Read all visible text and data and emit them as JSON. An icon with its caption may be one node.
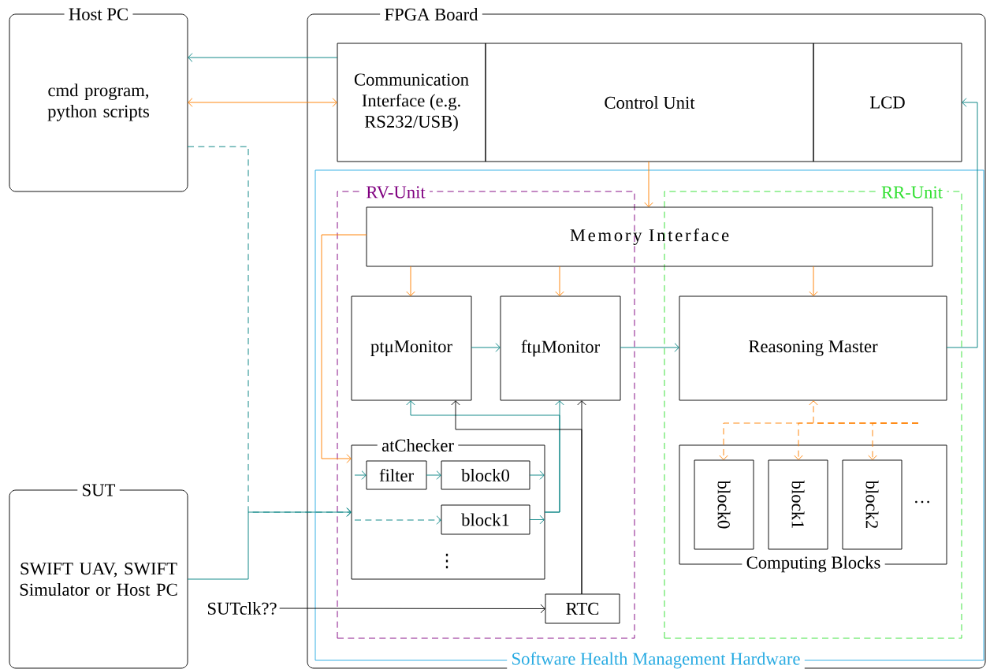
{
  "diagram": {
    "nodes": [
      {
        "text": [
          "Host PC",
          "cmd program, python scripts"
        ]
      },
      {
        "text": [
          "FPGA Board"
        ]
      },
      {
        "text": [
          "Communication Interface (e.g. RS232/USB)"
        ],
        "in": 1
      },
      {
        "text": [
          "Control Unit"
        ],
        "in": 1
      },
      {
        "text": [
          "LCD"
        ],
        "in": 1
      },
      {
        "text": [
          "Software Health Management Hardware"
        ],
        "in": 1
      },
      {
        "text": [
          "RV-Unit"
        ],
        "in": 5
      },
      {
        "text": [
          "RR-Unit"
        ],
        "in": 5
      },
      {
        "text": [
          "Memory Interface"
        ],
        "in": 5
      },
      {
        "text": [
          "ptμMonitor"
        ],
        "in": 6
      },
      {
        "text": [
          "ftμMonitor"
        ],
        "in": 6
      },
      {
        "text": [
          "Reasoning Master"
        ],
        "in": 7
      },
      {
        "text": [
          "atChecker"
        ],
        "in": 6
      },
      {
        "text": [
          "filter"
        ],
        "in": 12
      },
      {
        "text": [
          "block0"
        ],
        "in": 12
      },
      {
        "text": [
          "block1"
        ],
        "in": 12
      },
      {
        "text": [
          "RTC"
        ],
        "in": 6
      },
      {
        "text": [
          "Computing Blocks"
        ],
        "in": 7
      },
      {
        "text": [
          "block0"
        ],
        "in": 17
      },
      {
        "text": [
          "block1"
        ],
        "in": 17
      },
      {
        "text": [
          "block2"
        ],
        "in": 17
      },
      {
        "text": [
          "SUT",
          "SWIFT UAV, SWIFT Simulator or Host PC"
        ]
      },
      {
        "text": [
          "SUTclk??"
        ]
      }
    ],
    "edges": [
      {
        "from": 2,
        "to": 0,
        "arrow": "to"
      },
      {
        "from": 0,
        "to": 2,
        "arrow": "both",
        "color": "#ff8000"
      },
      {
        "from": 0,
        "to": 12,
        "arrow": "to",
        "style": "dashed"
      },
      {
        "from": 21,
        "to": 12,
        "arrow": "to"
      },
      {
        "from": 3,
        "to": 8,
        "arrow": "to",
        "color": "#ff8000"
      },
      {
        "from": 8,
        "to": 12,
        "arrow": "to",
        "color": "#ff8000"
      },
      {
        "from": 8,
        "to": 9,
        "arrow": "to",
        "color": "#ff8000"
      },
      {
        "from": 8,
        "to": 10,
        "arrow": "to",
        "color": "#ff8000"
      },
      {
        "from": 8,
        "to": 11,
        "arrow": "to",
        "color": "#ff8000"
      },
      {
        "from": 9,
        "to": 10,
        "arrow": "to"
      },
      {
        "from": 10,
        "to": 11,
        "arrow": "to"
      },
      {
        "from": 11,
        "to": 4,
        "arrow": "to"
      },
      {
        "from": 13,
        "to": 14,
        "arrow": "to"
      },
      {
        "from": null,
        "to": 13,
        "arrow": "to"
      },
      {
        "from": null,
        "to": 15,
        "arrow": "to",
        "style": "dashed"
      },
      {
        "from": 14,
        "to": 12,
        "arrow": "to"
      },
      {
        "from": 15,
        "to": 12,
        "arrow": "to"
      },
      {
        "from": 12,
        "to": 10,
        "arrow": "to"
      },
      {
        "from": 12,
        "to": 9,
        "arrow": "to"
      },
      {
        "from": 16,
        "to": 10,
        "arrow": "to",
        "color": "#000000"
      },
      {
        "from": 16,
        "to": 9,
        "arrow": "to",
        "color": "#000000"
      },
      {
        "from": 22,
        "to": 16,
        "arrow": "to",
        "color": "#000000"
      },
      {
        "from": null,
        "to": 11,
        "arrow": "to",
        "style": "dashed",
        "color": "#ff8000"
      },
      {
        "from": null,
        "to": 18,
        "arrow": "to",
        "style": "dashed",
        "color": "#ff8000"
      },
      {
        "from": null,
        "to": 19,
        "arrow": "to",
        "style": "dashed",
        "color": "#ff8000"
      },
      {
        "from": null,
        "to": 20,
        "arrow": "to",
        "style": "dashed",
        "color": "#ff8000"
      }
    ],
    "labels": [
      "⋮",
      "…"
    ]
  }
}
